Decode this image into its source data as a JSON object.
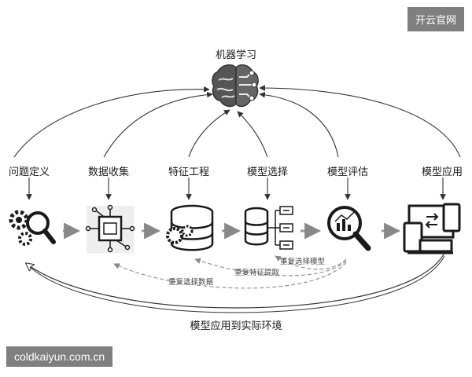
{
  "title": "机器学习",
  "steps": [
    {
      "label": "问题定义"
    },
    {
      "label": "数据收集"
    },
    {
      "label": "特征工程"
    },
    {
      "label": "模型选择"
    },
    {
      "label": "模型评估"
    },
    {
      "label": "模型应用"
    }
  ],
  "loops": {
    "reselect_model": "重复选择模型",
    "refeature": "重复特征提取",
    "recollect": "重复选择数据"
  },
  "bottom_label": "模型应用到实际环境",
  "watermarks": {
    "top_right": "开云官网",
    "bottom_left": "coldkaiyun.com.cn"
  },
  "colors": {
    "ink": "#1a1a1a",
    "arrow_gray": "#9a9a9a",
    "dashed": "#8a8a8a",
    "watermark_bg": "#7f7f7f"
  }
}
